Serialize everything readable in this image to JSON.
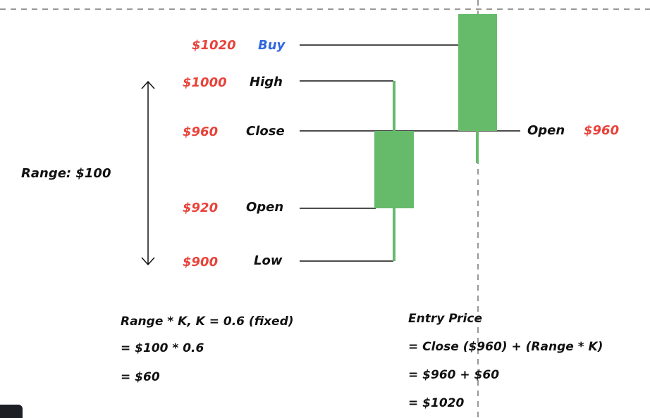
{
  "colors": {
    "price_text": "#e8423a",
    "buy_text": "#2f67e0",
    "label_text": "#111111",
    "candle_fill": "#66bb6a",
    "line": "#111111",
    "dashed": "#777777"
  },
  "levels": [
    {
      "price": "$1020",
      "label": "Buy"
    },
    {
      "price": "$1000",
      "label": "High"
    },
    {
      "price": "$960",
      "label": "Close"
    },
    {
      "price": "$920",
      "label": "Open"
    },
    {
      "price": "$900",
      "label": "Low"
    }
  ],
  "range_label": "Range: $100",
  "next_candle": {
    "label": "Open",
    "price": "$960"
  },
  "left_formula": [
    "Range * K, K = 0.6 (fixed)",
    "= $100 * 0.6",
    "= $60"
  ],
  "right_formula": [
    "Entry Price",
    "= Close ($960) + (Range * K)",
    "= $960 + $60",
    "= $1020"
  ]
}
